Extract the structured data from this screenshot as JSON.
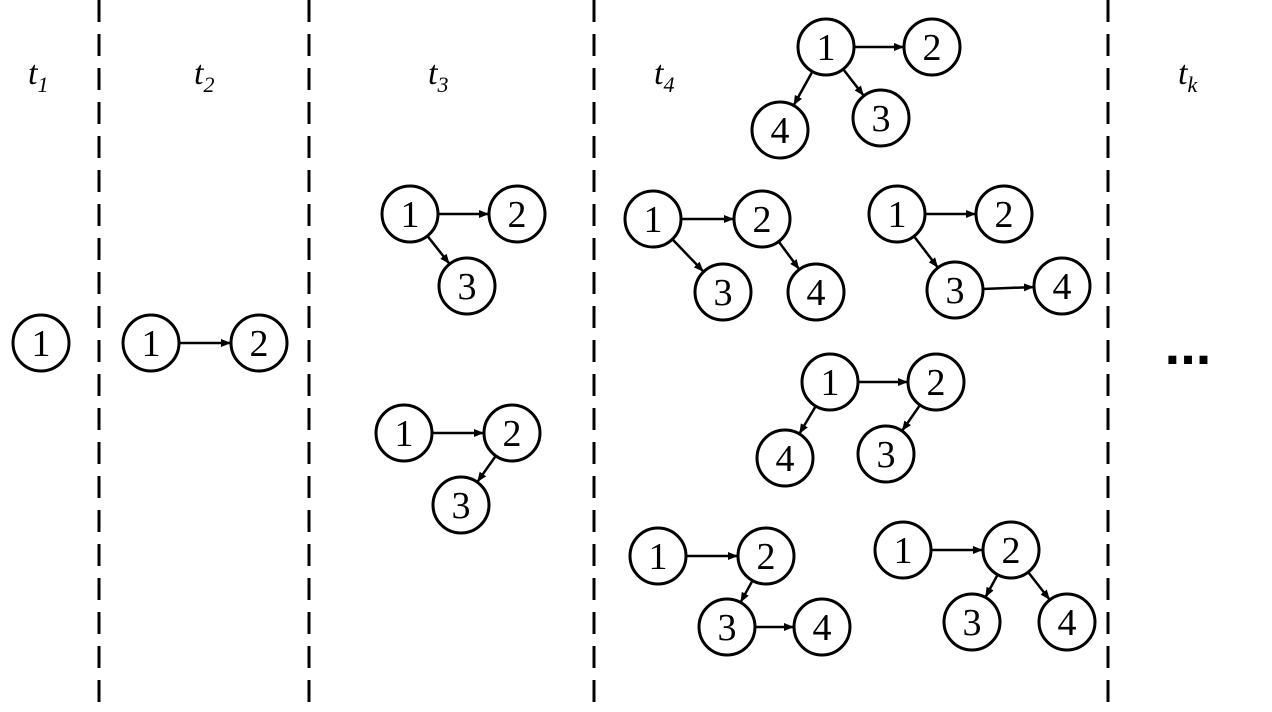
{
  "stages": [
    {
      "id": "t1",
      "label": "t",
      "sub": "1"
    },
    {
      "id": "t2",
      "label": "t",
      "sub": "2"
    },
    {
      "id": "t3",
      "label": "t",
      "sub": "3"
    },
    {
      "id": "t4",
      "label": "t",
      "sub": "4"
    },
    {
      "id": "tk",
      "label": "t",
      "sub": "k"
    }
  ],
  "trees": [
    {
      "stage": "t1",
      "edges": []
    },
    {
      "stage": "t2",
      "edges": [
        [
          1,
          2
        ]
      ]
    },
    {
      "stage": "t3",
      "edges": [
        [
          1,
          2
        ],
        [
          1,
          3
        ]
      ]
    },
    {
      "stage": "t3",
      "edges": [
        [
          1,
          2
        ],
        [
          2,
          3
        ]
      ]
    },
    {
      "stage": "t4",
      "edges": [
        [
          1,
          2
        ],
        [
          1,
          3
        ],
        [
          1,
          4
        ]
      ]
    },
    {
      "stage": "t4",
      "edges": [
        [
          1,
          2
        ],
        [
          1,
          3
        ],
        [
          2,
          4
        ]
      ]
    },
    {
      "stage": "t4",
      "edges": [
        [
          1,
          2
        ],
        [
          1,
          3
        ],
        [
          3,
          4
        ]
      ]
    },
    {
      "stage": "t4",
      "edges": [
        [
          1,
          2
        ],
        [
          1,
          4
        ],
        [
          2,
          3
        ]
      ]
    },
    {
      "stage": "t4",
      "edges": [
        [
          1,
          2
        ],
        [
          2,
          3
        ],
        [
          3,
          4
        ]
      ]
    },
    {
      "stage": "t4",
      "edges": [
        [
          1,
          2
        ],
        [
          2,
          3
        ],
        [
          2,
          4
        ]
      ]
    }
  ],
  "continuation": "..."
}
